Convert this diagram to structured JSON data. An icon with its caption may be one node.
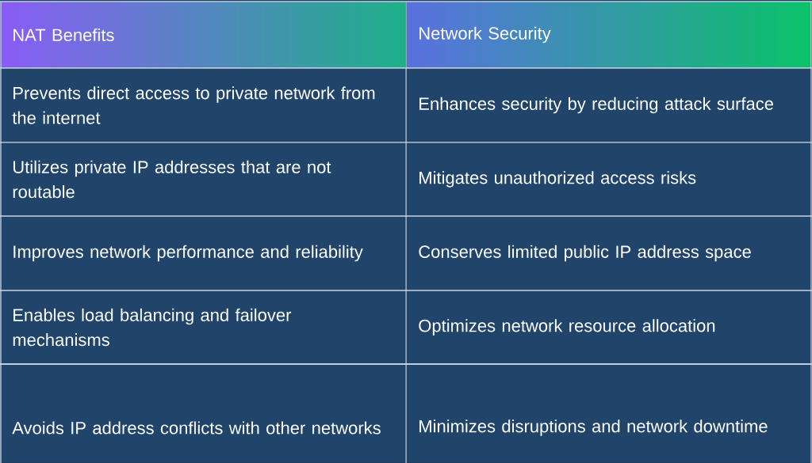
{
  "diagram": {
    "labels": [
      "NAT Benefits",
      "Network Security",
      "Prevents direct access to private network from the internet",
      "Enhances security by reducing attack surface",
      "Utilizes private IP addresses that are not routable",
      "Mitigates unauthorized access risks",
      "Improves network performance and reliability",
      "Conserves limited public IP address space",
      "Enables load balancing and failover mechanisms",
      "Optimizes network resource allocation",
      "Avoids IP address conflicts with other networks",
      "Minimizes disruptions and network downtime"
    ]
  }
}
